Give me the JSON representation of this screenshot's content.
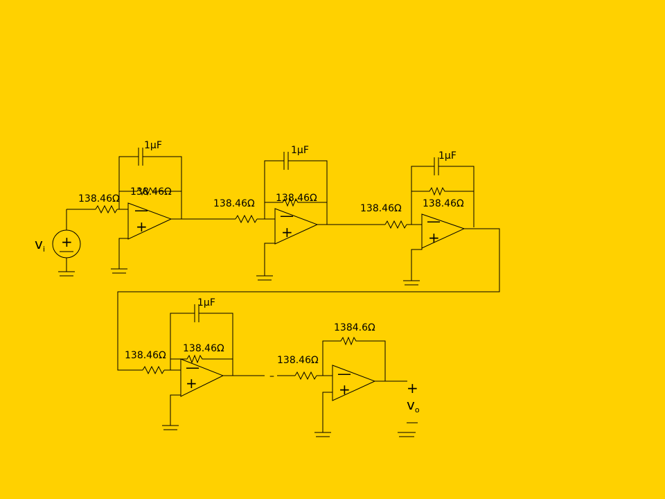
{
  "colors": {
    "background": "#FFD100",
    "wire": "#000000"
  },
  "input": {
    "symbol": "v",
    "subscript": "i",
    "source_plus": "+"
  },
  "output": {
    "symbol": "v",
    "subscript": "o",
    "plus": "+"
  },
  "opamp_signs": {
    "minus": "—",
    "plus": "+"
  },
  "minus_sign": "–",
  "stages": [
    {
      "capacitor": "1µF",
      "feedback_resistor": "138.46Ω",
      "input_resistor": "138.46Ω"
    },
    {
      "capacitor": "1µF",
      "feedback_resistor": "138.46Ω",
      "input_resistor": "138.46Ω"
    },
    {
      "capacitor": "1µF",
      "feedback_resistor": "138.46Ω",
      "input_resistor": "138.46Ω"
    },
    {
      "capacitor": "1µF",
      "feedback_resistor": "138.46Ω",
      "input_resistor": "138.46Ω"
    }
  ],
  "gain_stage": {
    "feedback_resistor": "1384.6Ω",
    "input_resistor": "138.46Ω"
  }
}
